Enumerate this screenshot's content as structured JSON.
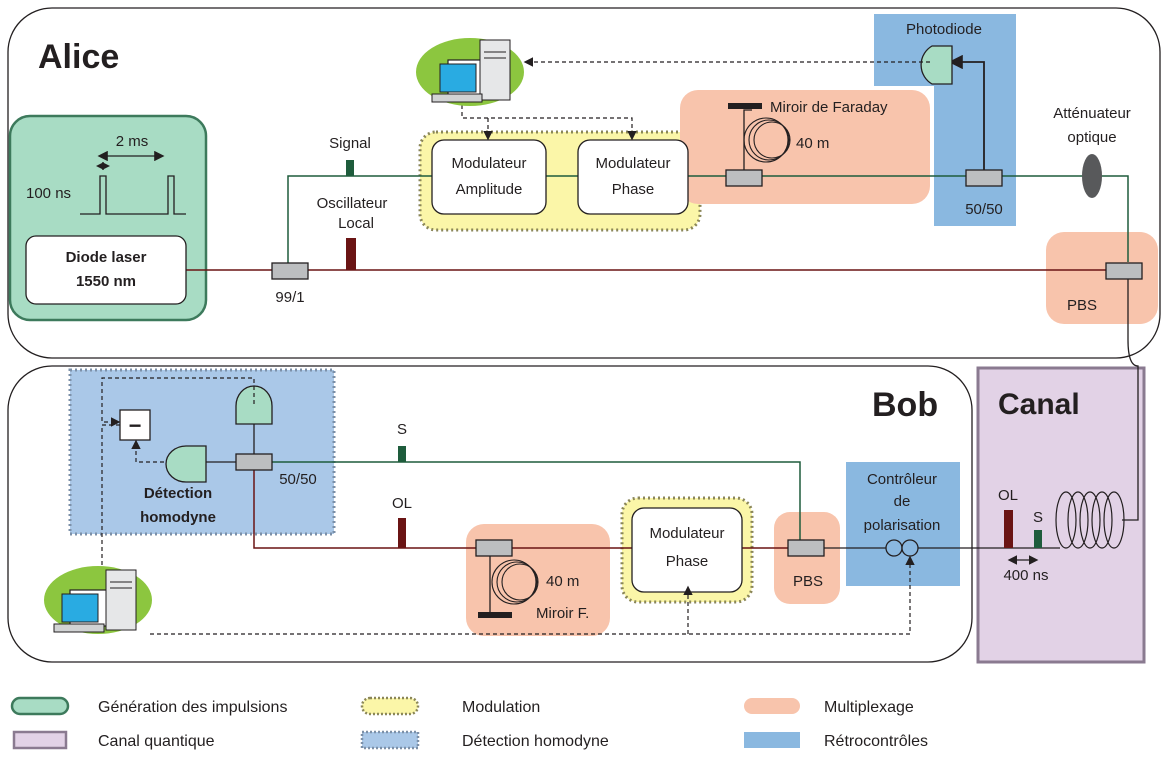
{
  "colors": {
    "generation": "#a8dcc4",
    "generation_border": "#3d7a5c",
    "modulation": "#fbf6a8",
    "modulation_border": "#8a8658",
    "multiplexage": "#f8c4ac",
    "retro": "#8ab8e0",
    "homodyne": "#aac8e8",
    "homodyne_border": "#7c90a8",
    "canal": "#e2d2e6",
    "canal_border": "#8a7a90",
    "signal_line": "#1e5c3c",
    "ol_line": "#6a1414"
  },
  "sections": {
    "alice": "Alice",
    "bob": "Bob",
    "canal": "Canal"
  },
  "alice": {
    "laser_line1": "Diode laser",
    "laser_line2": "1550 nm",
    "period": "2 ms",
    "pulse_width": "100 ns",
    "signal": "Signal",
    "oscillateur_1": "Oscillateur",
    "oscillateur_2": "Local",
    "splitter": "99/1",
    "mod_amp_1": "Modulateur",
    "mod_amp_2": "Amplitude",
    "mod_phase_1": "Modulateur",
    "mod_phase_2": "Phase",
    "faraday": "Miroir de Faraday",
    "fiber_len": "40 m",
    "photodiode": "Photodiode",
    "coupler": "50/50",
    "attenuator_1": "Atténuateur",
    "attenuator_2": "optique",
    "pbs": "PBS"
  },
  "bob": {
    "s": "S",
    "ol": "OL",
    "coupler": "50/50",
    "minus": "−",
    "detection_1": "Détection",
    "detection_2": "homodyne",
    "mod_phase_1": "Modulateur",
    "mod_phase_2": "Phase",
    "fiber_len": "40 m",
    "mirror": "Miroir F.",
    "pbs": "PBS",
    "ctrl_1": "Contrôleur",
    "ctrl_2": "de",
    "ctrl_3": "polarisation"
  },
  "canal": {
    "ol": "OL",
    "s": "S",
    "delay": "400 ns"
  },
  "legend": {
    "generation": "Génération des  impulsions",
    "modulation": "Modulation",
    "multiplexage": "Multiplexage",
    "canal": "Canal quantique",
    "homodyne": "Détection homodyne",
    "retro": "Rétrocontrôles"
  }
}
